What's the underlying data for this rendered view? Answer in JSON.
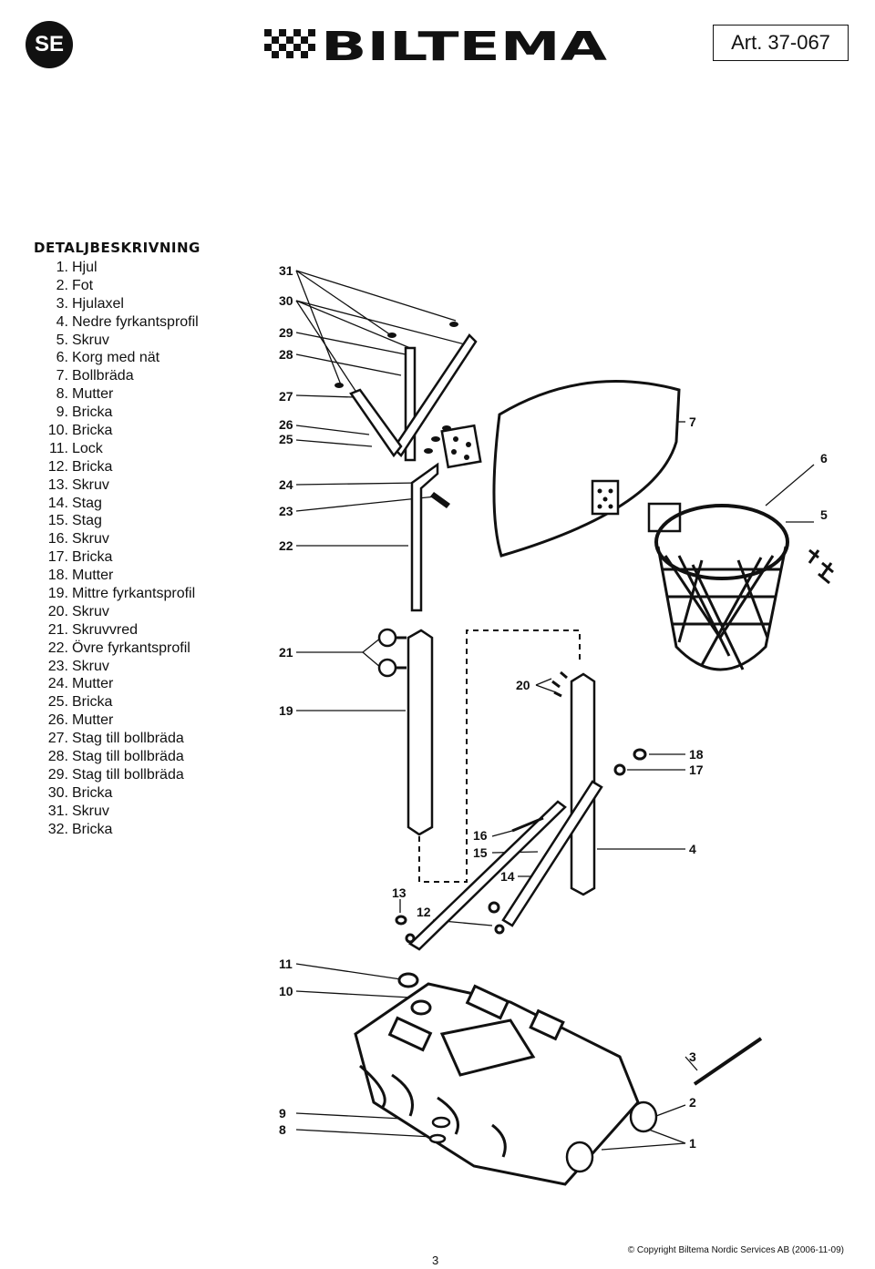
{
  "header": {
    "language_code": "SE",
    "brand": "BILTEMA",
    "article_number": "Art. 37-067"
  },
  "parts": {
    "heading": "DETALJBESKRIVNING",
    "items": [
      {
        "num": "1.",
        "name": "Hjul"
      },
      {
        "num": "2.",
        "name": "Fot"
      },
      {
        "num": "3.",
        "name": "Hjulaxel"
      },
      {
        "num": "4.",
        "name": "Nedre fyrkantsprofil"
      },
      {
        "num": "5.",
        "name": "Skruv"
      },
      {
        "num": "6.",
        "name": "Korg med nät"
      },
      {
        "num": "7.",
        "name": "Bollbräda"
      },
      {
        "num": "8.",
        "name": "Mutter"
      },
      {
        "num": "9.",
        "name": "Bricka"
      },
      {
        "num": "10.",
        "name": "Bricka"
      },
      {
        "num": "11.",
        "name": "Lock"
      },
      {
        "num": "12.",
        "name": "Bricka"
      },
      {
        "num": "13.",
        "name": "Skruv"
      },
      {
        "num": "14.",
        "name": "Stag"
      },
      {
        "num": "15.",
        "name": "Stag"
      },
      {
        "num": "16.",
        "name": "Skruv"
      },
      {
        "num": "17.",
        "name": "Bricka"
      },
      {
        "num": "18.",
        "name": "Mutter"
      },
      {
        "num": "19.",
        "name": "Mittre fyrkantsprofil"
      },
      {
        "num": "20.",
        "name": "Skruv"
      },
      {
        "num": "21.",
        "name": "Skruvvred"
      },
      {
        "num": "22.",
        "name": "Övre fyrkantsprofil"
      },
      {
        "num": "23.",
        "name": "Skruv"
      },
      {
        "num": "24.",
        "name": "Mutter"
      },
      {
        "num": "25.",
        "name": "Bricka"
      },
      {
        "num": "26.",
        "name": "Mutter"
      },
      {
        "num": "27.",
        "name": "Stag till bollbräda"
      },
      {
        "num": "28.",
        "name": "Stag till bollbräda"
      },
      {
        "num": "29.",
        "name": "Stag till bollbräda"
      },
      {
        "num": "30.",
        "name": "Bricka"
      },
      {
        "num": "31.",
        "name": "Skruv"
      },
      {
        "num": "32.",
        "name": "Bricka"
      }
    ]
  },
  "callouts": {
    "c31": "31",
    "c30": "30",
    "c29": "29",
    "c28": "28",
    "c27": "27",
    "c26": "26",
    "c25": "25",
    "c24": "24",
    "c23": "23",
    "c22": "22",
    "c21": "21",
    "c19": "19",
    "c7": "7",
    "c6": "6",
    "c5": "5",
    "c20": "20",
    "c18": "18",
    "c17": "17",
    "c16": "16",
    "c15": "15",
    "c4": "4",
    "c14": "14",
    "c13": "13",
    "c12": "12",
    "c11": "11",
    "c10": "10",
    "c3": "3",
    "c9": "9",
    "c8": "8",
    "c2": "2",
    "c1": "1"
  },
  "footer": {
    "page_number": "3",
    "copyright": "© Copyright Biltema Nordic Services AB (2006-11-09)"
  }
}
